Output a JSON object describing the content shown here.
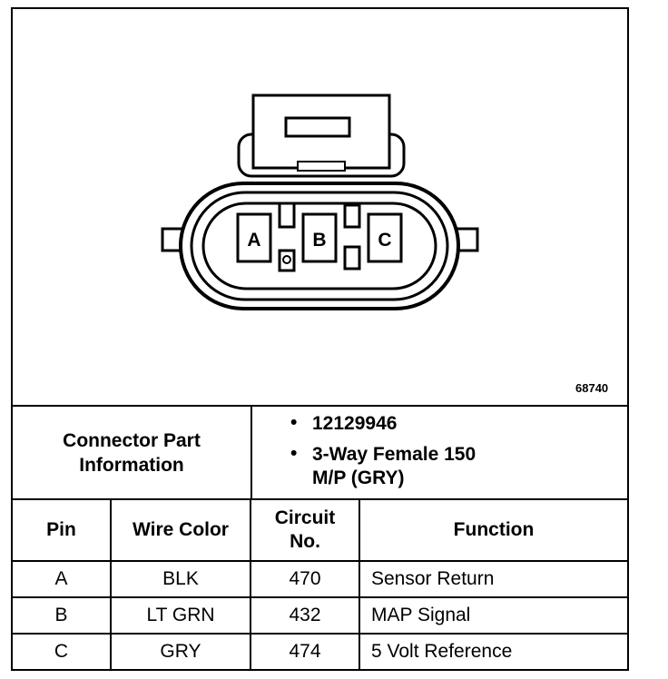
{
  "figure_number": "68740",
  "connector": {
    "pins": [
      "A",
      "B",
      "C"
    ]
  },
  "info": {
    "label_line1": "Connector Part",
    "label_line2": "Information",
    "items": [
      {
        "line1": "12129946",
        "line2": ""
      },
      {
        "line1": "3-Way Female 150",
        "line2": "M/P (GRY)"
      }
    ]
  },
  "table": {
    "headers": {
      "pin": "Pin",
      "wire_color": "Wire Color",
      "circuit_line1": "Circuit",
      "circuit_line2": "No.",
      "function": "Function"
    },
    "rows": [
      {
        "pin": "A",
        "wire_color": "BLK",
        "circuit": "470",
        "function": "Sensor Return"
      },
      {
        "pin": "B",
        "wire_color": "LT GRN",
        "circuit": "432",
        "function": "MAP Signal"
      },
      {
        "pin": "C",
        "wire_color": "GRY",
        "circuit": "474",
        "function": "5 Volt Reference"
      }
    ]
  }
}
